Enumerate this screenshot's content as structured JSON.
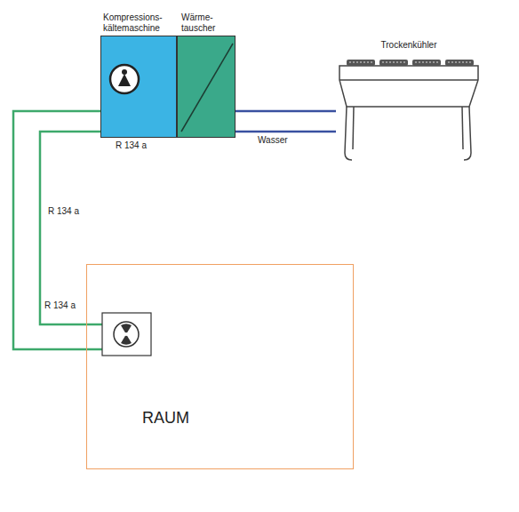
{
  "diagram": {
    "nodes": [
      {
        "text": [
          "Kompressions- kältemaschine",
          "R 134 a"
        ]
      },
      {
        "text": [
          "Wärme- tauscher"
        ]
      },
      {
        "text": [
          "Trockenkühler"
        ]
      },
      {
        "text": [
          "RAUM"
        ]
      }
    ],
    "edges": [
      {
        "from": 0,
        "to": 3,
        "arrow": "none"
      },
      {
        "from": 0,
        "to": 3,
        "label": "R 134 a",
        "arrow": "none"
      },
      {
        "from": 1,
        "to": 2,
        "label": "Wasser",
        "arrow": "none"
      },
      {
        "from": 1,
        "to": 2,
        "arrow": "none"
      }
    ],
    "labels": [
      "R 134 a"
    ]
  }
}
